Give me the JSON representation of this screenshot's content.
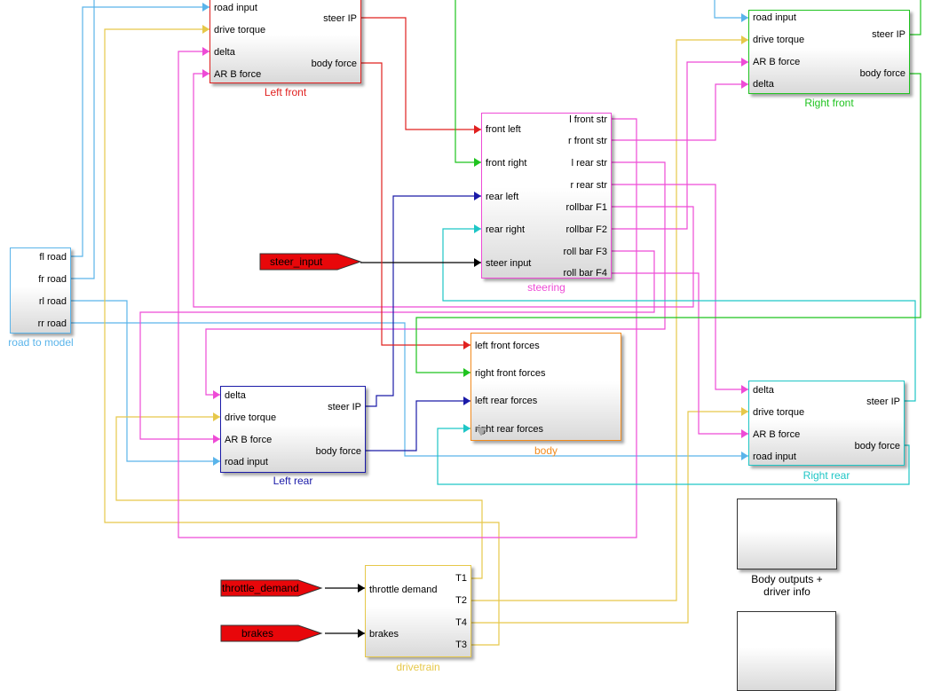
{
  "diagram": {
    "type": "simulink-block-diagram",
    "colors": {
      "left_front": "#e0201f",
      "right_front": "#1fc31f",
      "left_rear": "#1a1aa8",
      "right_rear": "#1fc6c6",
      "steering": "#ee4bd6",
      "body": "#f28b1e",
      "drivetrain": "#e6c84a",
      "road": "#5ab4ea",
      "neutral": "#000000",
      "goto_fill": "#e8070a"
    },
    "blocks": {
      "left_front": {
        "label": "Left front",
        "inputs": [
          "road input",
          "drive torque",
          "delta",
          "AR B  force"
        ],
        "outputs": [
          "steer IP",
          "body force"
        ]
      },
      "right_front": {
        "label": "Right front",
        "inputs": [
          "road input",
          "drive torque",
          "AR B  force",
          "delta"
        ],
        "outputs": [
          "steer IP",
          "body force"
        ]
      },
      "steering": {
        "label": "steering",
        "inputs": [
          "front left",
          "front right",
          "rear left",
          "rear right",
          "steer input"
        ],
        "outputs": [
          "l front str",
          "r front str",
          "l rear str",
          "r rear str",
          "rollbar F1",
          "rollbar F2",
          "roll bar F3",
          "roll bar F4"
        ]
      },
      "road_to_model": {
        "label": "road to model",
        "outputs": [
          "fl road",
          "fr road",
          "rl road",
          "rr road"
        ]
      },
      "body": {
        "label": "body",
        "inputs": [
          "left front forces",
          "right front forces",
          "left rear forces",
          "right rear forces"
        ]
      },
      "left_rear": {
        "label": "Left rear",
        "inputs": [
          "delta",
          "drive torque",
          "AR B  force",
          "road input"
        ],
        "outputs": [
          "steer IP",
          "body force"
        ]
      },
      "right_rear": {
        "label": "Right rear",
        "inputs": [
          "delta",
          "drive torque",
          "AR B  force",
          "road input"
        ],
        "outputs": [
          "steer IP",
          "body force"
        ]
      },
      "drivetrain": {
        "label": "drivetrain",
        "inputs": [
          "throttle demand",
          "brakes"
        ],
        "outputs": [
          "T1",
          "T2",
          "T4",
          "T3"
        ]
      },
      "body_outputs": {
        "label": "Body outputs +\ndriver info"
      },
      "subsystem_bottom": {
        "label": ""
      }
    },
    "goto_tags": {
      "steer_input": "steer_input",
      "throttle_demand": "throttle_demand",
      "brakes": "brakes"
    }
  }
}
